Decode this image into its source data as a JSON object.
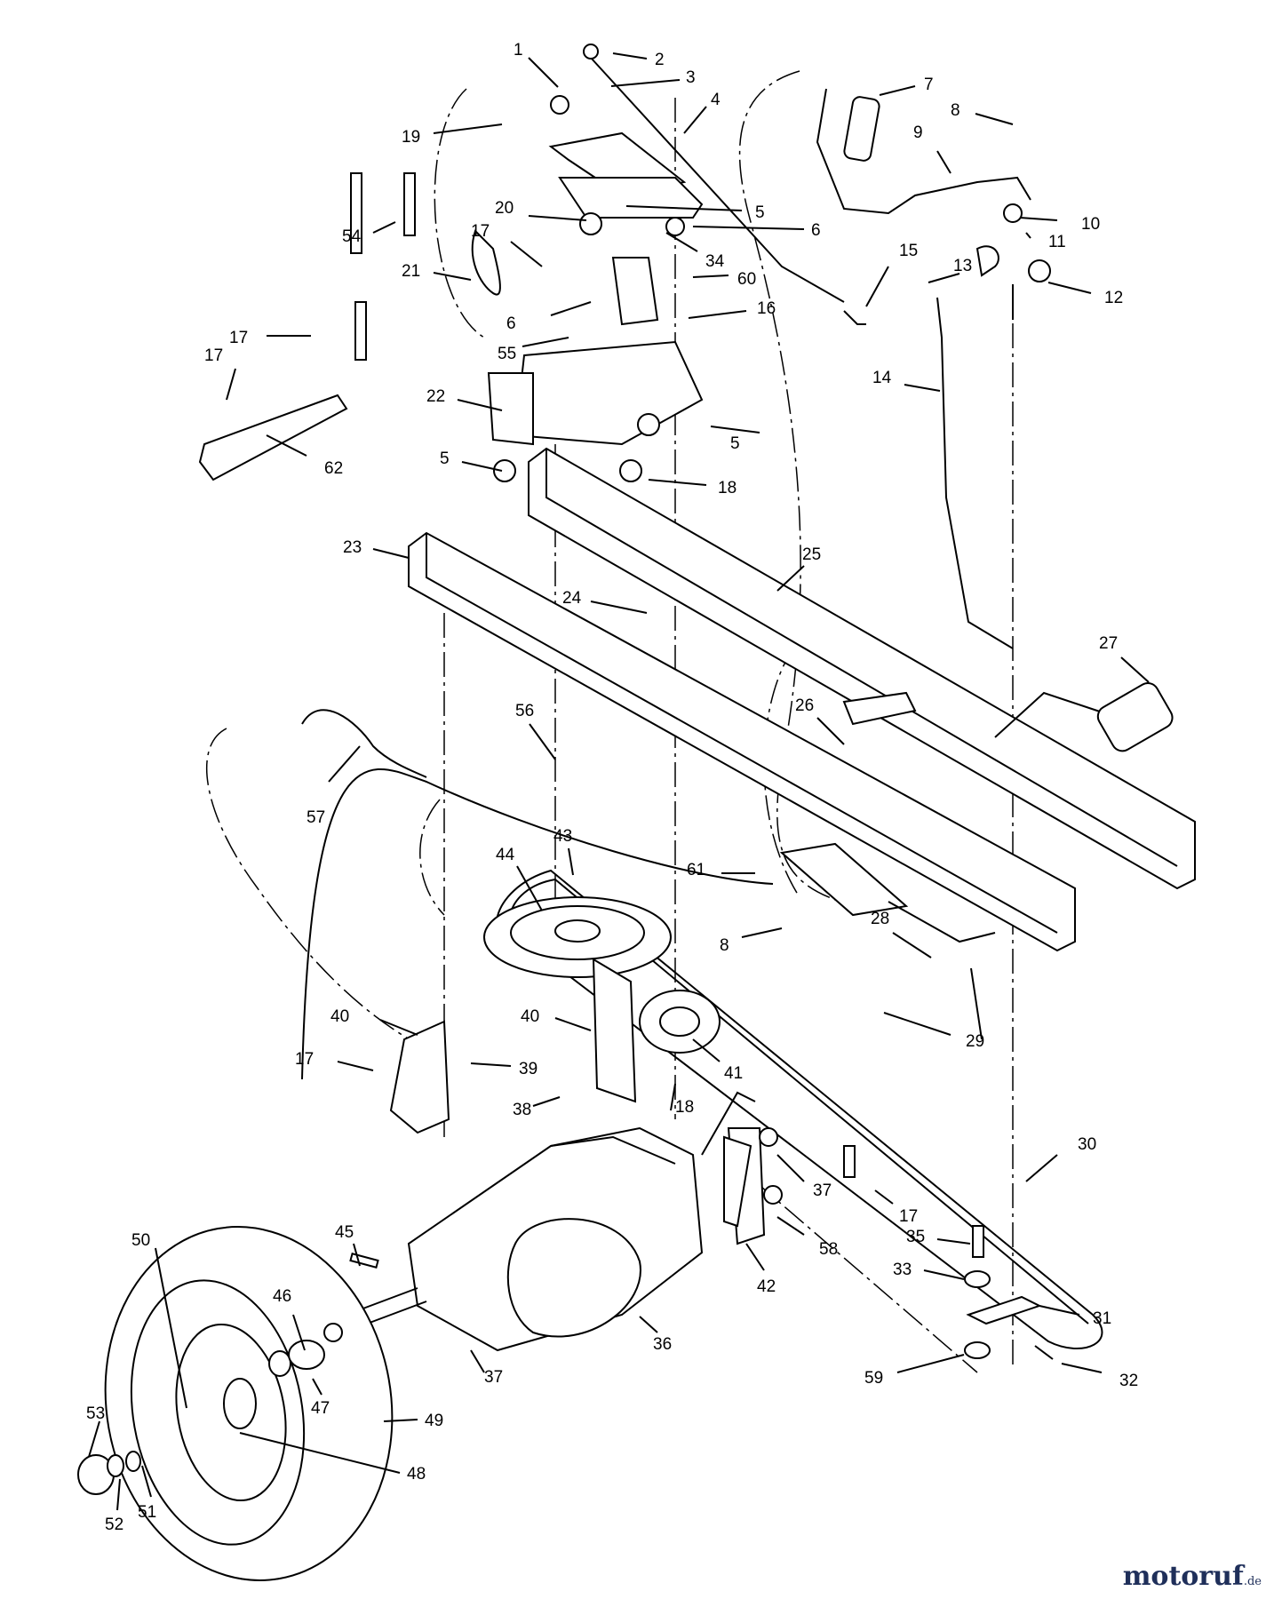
{
  "callouts": [
    "1",
    "2",
    "3",
    "4",
    "5",
    "6",
    "7",
    "8",
    "9",
    "10",
    "11",
    "12",
    "13",
    "14",
    "15",
    "16",
    "17",
    "18",
    "19",
    "20",
    "21",
    "22",
    "23",
    "24",
    "25",
    "26",
    "27",
    "28",
    "29",
    "30",
    "31",
    "32",
    "33",
    "34",
    "35",
    "36",
    "37",
    "38",
    "39",
    "40",
    "41",
    "42",
    "43",
    "44",
    "45",
    "46",
    "47",
    "48",
    "49",
    "50",
    "51",
    "52",
    "53",
    "54",
    "55",
    "56",
    "57",
    "58",
    "59",
    "60",
    "61",
    "62"
  ],
  "watermark": {
    "name": "motoruf",
    "tld": ".de"
  }
}
